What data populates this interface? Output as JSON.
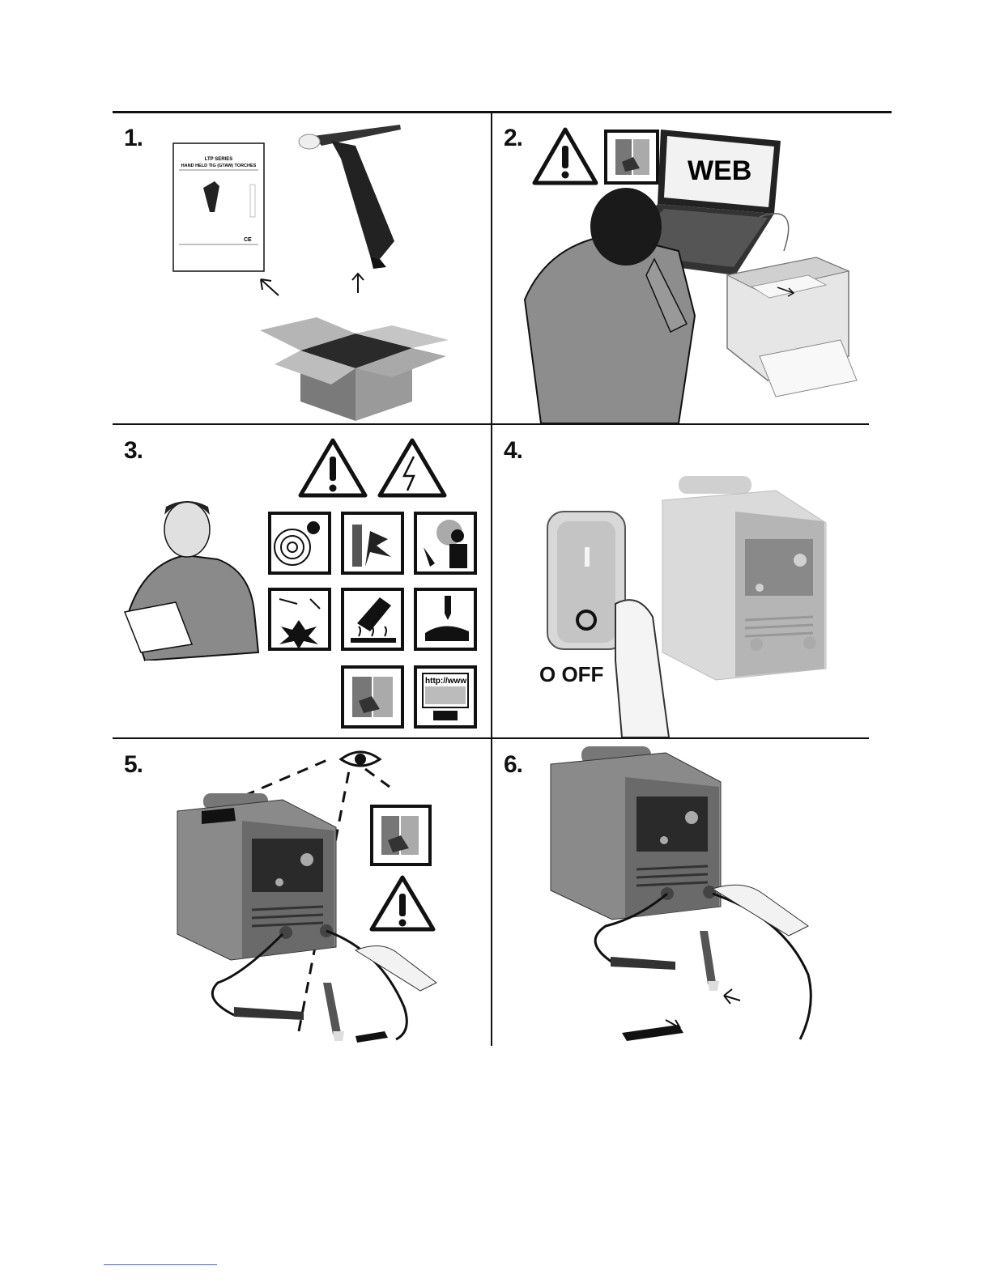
{
  "steps": [
    {
      "number": "1."
    },
    {
      "number": "2."
    },
    {
      "number": "3."
    },
    {
      "number": "4."
    },
    {
      "number": "5."
    },
    {
      "number": "6."
    }
  ],
  "manual": {
    "title_line1": "LTP SERIES",
    "title_line2": "HAND HELD TIG (GTAW) TORCHES"
  },
  "laptop_screen_text": "WEB",
  "monitor_text": "http://www",
  "switch_label": "O OFF",
  "colors": {
    "ink": "#111111",
    "box_gray": "#8a8a8a",
    "machine_gray": "#6e6e6e",
    "footer_link": "#3a5ee8"
  },
  "icons": [
    "warning-icon",
    "electric-shock-icon",
    "read-manual-icon",
    "magnetic-field-icon",
    "cylinder-explosion-icon",
    "fumes-icon",
    "fire-explosion-icon",
    "hot-surface-icon",
    "arc-burn-icon",
    "web-icon",
    "eye-icon"
  ]
}
